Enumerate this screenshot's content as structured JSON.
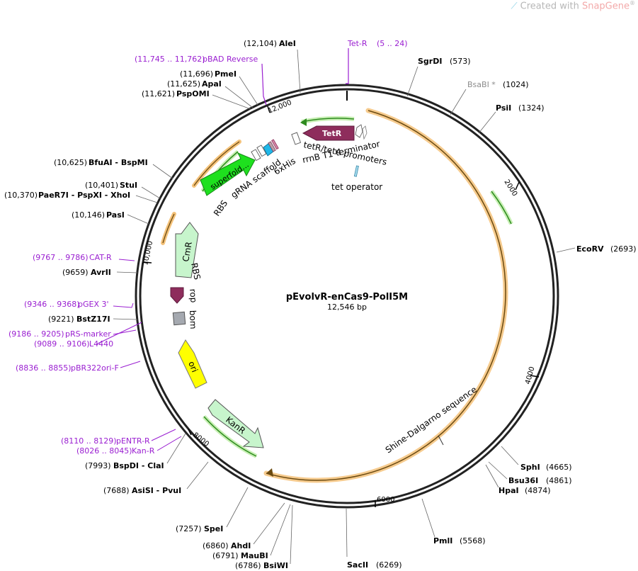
{
  "watermark": {
    "prefix": "Created with ",
    "brand": "SnapGene",
    "reg": "®"
  },
  "plasmid": {
    "name": "pEvolvR-enCas9-PolI5M",
    "size": "12,546 bp"
  },
  "colors": {
    "primer": "#9a1fd1",
    "orange": "#f4c27a",
    "green": "#2e8b1f"
  },
  "ticks": [
    "2000",
    "4000",
    "6000",
    "8000",
    "10,000",
    "12,000"
  ],
  "sites_right": [
    {
      "name": "SgrDI",
      "pos": "(573)"
    },
    {
      "name": "BsaBI *",
      "pos": "(1024)"
    },
    {
      "name": "PsiI",
      "pos": "(1324)"
    },
    {
      "name": "EcoRV",
      "pos": "(2693)"
    },
    {
      "name": "SphI",
      "pos": "(4665)"
    },
    {
      "name": "Bsu36I",
      "pos": "(4861)"
    },
    {
      "name": "HpaI",
      "pos": "(4874)"
    },
    {
      "name": "PmlI",
      "pos": "(5568)"
    },
    {
      "name": "SacII",
      "pos": "(6269)"
    }
  ],
  "sites_left": [
    {
      "pos": "(12,104)",
      "name": "AleI"
    },
    {
      "pos": "(11,696)",
      "name": "PmeI"
    },
    {
      "pos": "(11,625)",
      "name": "ApaI"
    },
    {
      "pos": "(11,621)",
      "name": "PspOMI"
    },
    {
      "pos": "(10,625)",
      "name": "BfuAI  - BspMI"
    },
    {
      "pos": "(10,401)",
      "name": "StuI"
    },
    {
      "pos": "(10,370)",
      "name": "PaeR7I  - PspXI  - XhoI"
    },
    {
      "pos": "(10,146)",
      "name": "PasI"
    },
    {
      "pos": "(9659)",
      "name": "AvrII"
    },
    {
      "pos": "(9221)",
      "name": "BstZ17I"
    },
    {
      "pos": "(7993)",
      "name": "BspDI  - ClaI"
    },
    {
      "pos": "(7688)",
      "name": "AsiSI  - PvuI"
    },
    {
      "pos": "(7257)",
      "name": "SpeI"
    },
    {
      "pos": "(6860)",
      "name": "AhdI"
    },
    {
      "pos": "(6791)",
      "name": "MauBI"
    },
    {
      "pos": "(6786)",
      "name": "BsiWI"
    }
  ],
  "primers": [
    {
      "pos": "(5 .. 24)",
      "name": "Tet-R"
    },
    {
      "pos": "(11,745 .. 11,762)",
      "name": "pBAD Reverse"
    },
    {
      "pos": "(9767 .. 9786)",
      "name": "CAT-R"
    },
    {
      "pos": "(9346 .. 9368)",
      "name": "pGEX 3'"
    },
    {
      "pos": "(9186 .. 9205)",
      "name": "pRS-marker"
    },
    {
      "pos": "(9089 .. 9106)",
      "name": "L4440"
    },
    {
      "pos": "(8836 .. 8855)",
      "name": "pBR322ori-F"
    },
    {
      "pos": "(8110 .. 8129)",
      "name": "pENTR-R"
    },
    {
      "pos": "(8026 .. 8045)",
      "name": "Kan-R"
    }
  ],
  "features": {
    "tetr": "TetR",
    "tetr_promoters": "tetR/tetA promoters",
    "rrnb": "rrnB T1 terminator",
    "his": "6xHis",
    "tet_operator": "tet operator",
    "grna": "gRNA scaffold",
    "superfold": "superfold...",
    "rbs1": "RBS",
    "cmr": "CmR",
    "rbs2": "RBS",
    "rop": "rop",
    "bom": "bom",
    "ori": "ori",
    "kanr": "KanR",
    "shine": "Shine-Dalgarno sequence"
  }
}
